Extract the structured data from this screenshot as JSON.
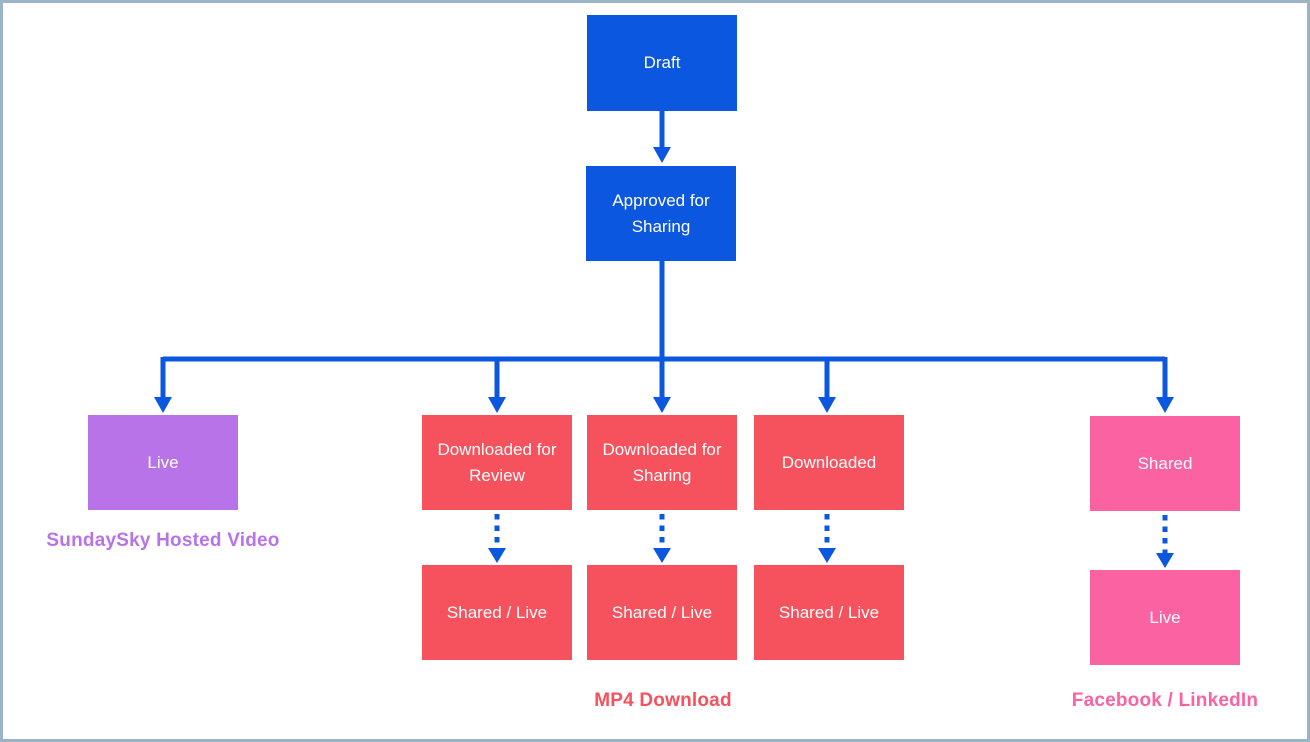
{
  "nodes": {
    "draft": "Draft",
    "approved_for_sharing": "Approved for Sharing",
    "hosted_live": "Live",
    "downloaded_for_review": "Downloaded for Review",
    "downloaded_for_sharing": "Downloaded for Sharing",
    "downloaded": "Downloaded",
    "social_shared": "Shared",
    "review_shared_live": "Shared / Live",
    "sharing_shared_live": "Shared / Live",
    "downloaded_shared_live": "Shared / Live",
    "social_live": "Live"
  },
  "group_labels": {
    "hosted": "SundaySky Hosted Video",
    "mp4": "MP4 Download",
    "social": "Facebook / LinkedIn"
  },
  "colors": {
    "node_blue": "#0b57e0",
    "node_red": "#f5525d",
    "node_pink": "#fb62a2",
    "node_purple": "#b973e8",
    "connector_blue": "#0b57e0",
    "canvas_border": "#9ab4c6",
    "node_text": "#ffffff"
  }
}
